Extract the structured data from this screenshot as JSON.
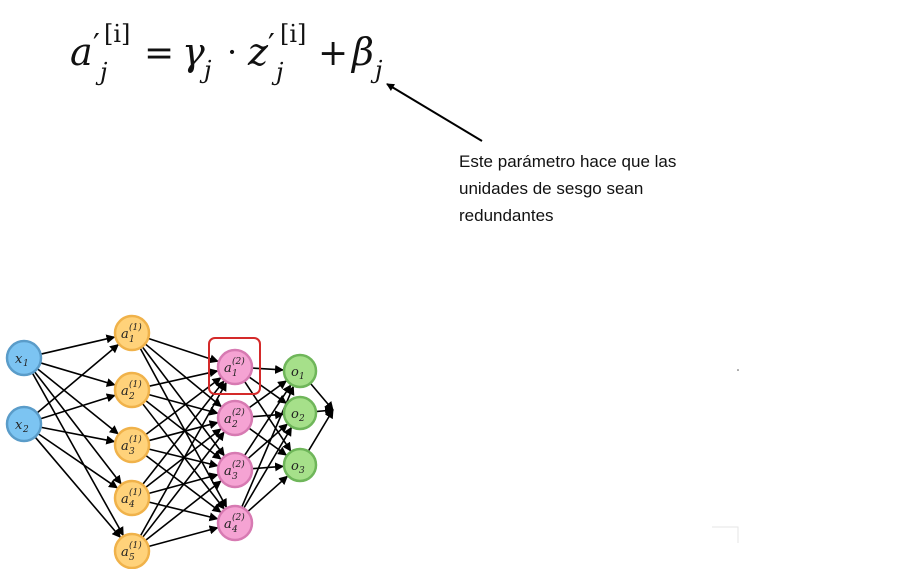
{
  "formula": {
    "base": "a",
    "prime": "′",
    "sub": "j",
    "sup": "[i]",
    "eq": "=",
    "gamma": "γ",
    "gamma_sub": "j",
    "dot": "·",
    "z": "z",
    "z_prime": "′",
    "z_sub": "j",
    "z_sup": "[i]",
    "plus": "+",
    "beta": "β",
    "beta_sub": "j"
  },
  "annotation": {
    "lines": [
      "Este parámetro hace que las",
      "unidades de sesgo sean",
      "redundantes"
    ]
  },
  "network": {
    "colors": {
      "input_fill": "#7cc4f2",
      "input_stroke": "#5a9cc9",
      "h1_fill": "#ffd27a",
      "h1_stroke": "#f0b24a",
      "h2_fill": "#f5a3d3",
      "h2_stroke": "#d77ab2",
      "out_fill": "#a6e08a",
      "out_stroke": "#6fb65a",
      "highlight": "#d42a2a"
    },
    "inputs": [
      {
        "base": "x",
        "sub": "1"
      },
      {
        "base": "x",
        "sub": "2"
      }
    ],
    "hidden1": [
      {
        "base": "a",
        "sub": "1",
        "sup": "(1)"
      },
      {
        "base": "a",
        "sub": "2",
        "sup": "(1)"
      },
      {
        "base": "a",
        "sub": "3",
        "sup": "(1)"
      },
      {
        "base": "a",
        "sub": "4",
        "sup": "(1)"
      },
      {
        "base": "a",
        "sub": "5",
        "sup": "(1)"
      }
    ],
    "hidden2": [
      {
        "base": "a",
        "sub": "1",
        "sup": "(2)"
      },
      {
        "base": "a",
        "sub": "2",
        "sup": "(2)"
      },
      {
        "base": "a",
        "sub": "3",
        "sup": "(2)"
      },
      {
        "base": "a",
        "sub": "4",
        "sup": "(2)"
      }
    ],
    "outputs": [
      {
        "base": "o",
        "sub": "1"
      },
      {
        "base": "o",
        "sub": "2"
      },
      {
        "base": "o",
        "sub": "3"
      }
    ],
    "highlighted_node": "a_1^(2)"
  }
}
